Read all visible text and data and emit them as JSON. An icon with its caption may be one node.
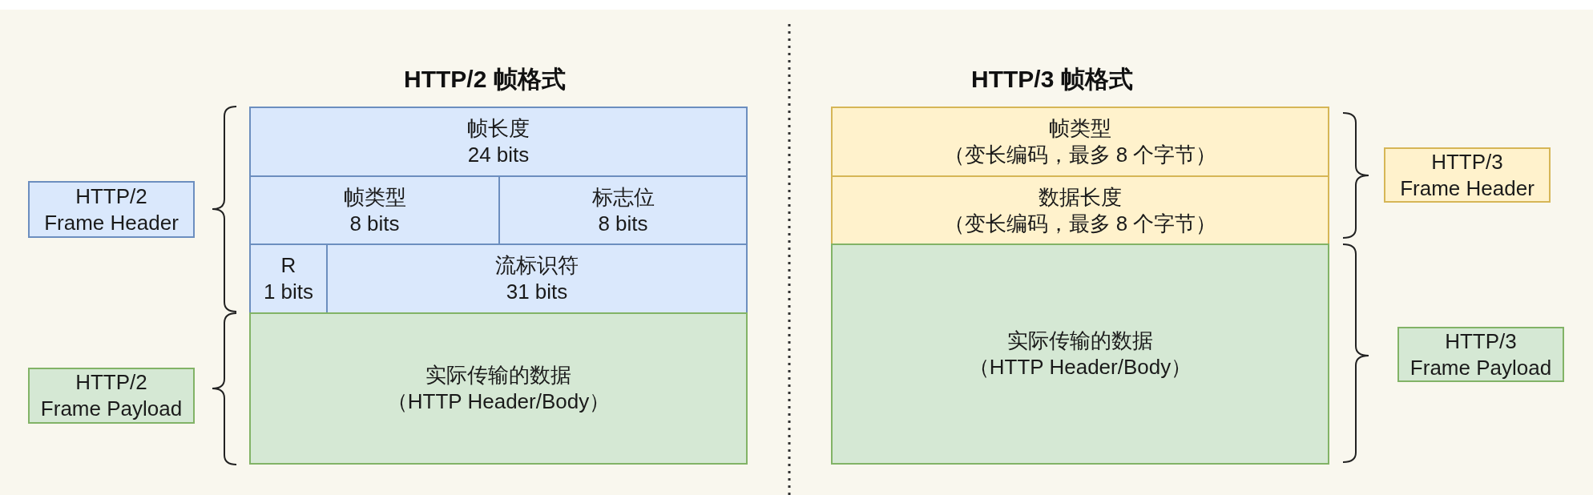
{
  "diagram": {
    "nodes": [
      {
        "text": [
          "HTTP/2 Frame Header"
        ]
      },
      {
        "text": [
          "HTTP/2 Frame Payload"
        ]
      },
      {
        "text": [
          "帧长度",
          "24 bits"
        ]
      },
      {
        "text": [
          "帧类型",
          "8 bits"
        ]
      },
      {
        "text": [
          "标志位",
          "8 bits"
        ]
      },
      {
        "text": [
          "R",
          "1 bits"
        ]
      },
      {
        "text": [
          "流标识符",
          "31 bits"
        ]
      },
      {
        "text": [
          "实际传输的数据",
          "（HTTP Header/Body）"
        ]
      },
      {
        "text": [
          "帧类型",
          "（变长编码，最多 8 个字节）"
        ]
      },
      {
        "text": [
          "数据长度",
          "（变长编码，最多 8 个字节）"
        ]
      },
      {
        "text": [
          "实际传输的数据",
          "（HTTP Header/Body）"
        ]
      },
      {
        "text": [
          "HTTP/3 Frame Header"
        ]
      },
      {
        "text": [
          "HTTP/3 Frame Payload"
        ]
      }
    ],
    "labels": [
      "HTTP/2 帧格式",
      "HTTP/3 帧格式"
    ]
  }
}
